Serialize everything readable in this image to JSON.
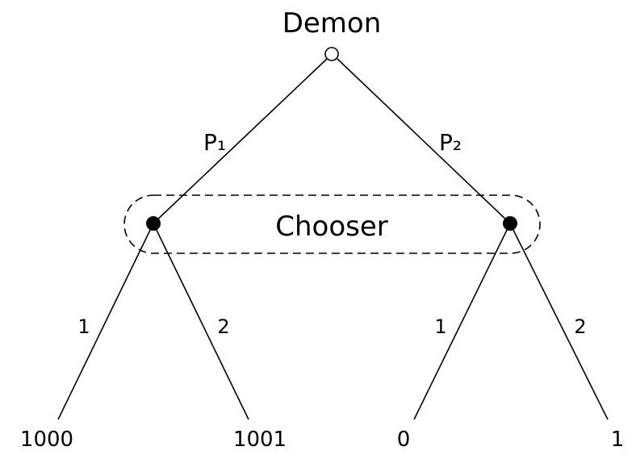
{
  "root": {
    "label": "Demon"
  },
  "info_set": {
    "label": "Chooser"
  },
  "branches": {
    "left": "P₁",
    "right": "P₂"
  },
  "choices": {
    "left_1": "1",
    "left_2": "2",
    "right_1": "1",
    "right_2": "2"
  },
  "payoffs": [
    "1000",
    "1001",
    "0",
    "1"
  ]
}
